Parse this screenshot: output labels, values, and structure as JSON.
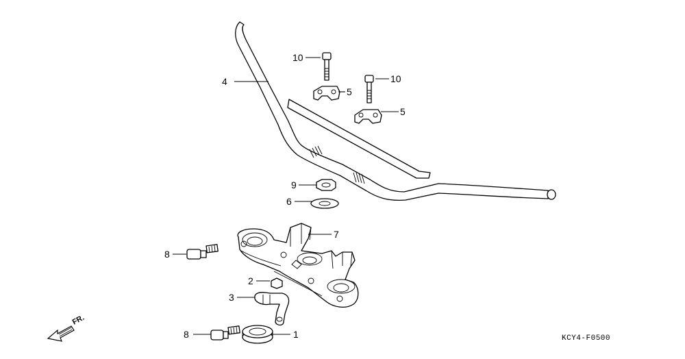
{
  "diagram": {
    "code": "KCY4-F0500",
    "direction_label": "FR.",
    "callouts": {
      "handlebar": "4",
      "bolt_left": "10",
      "bolt_right": "10",
      "holder_upper_left": "5",
      "holder_upper_right": "5",
      "nut": "9",
      "washer": "6",
      "top_bridge": "7",
      "bolt_side": "8",
      "bolt_bottom": "8",
      "cap": "2",
      "clamp": "3",
      "grommet": "1"
    }
  }
}
